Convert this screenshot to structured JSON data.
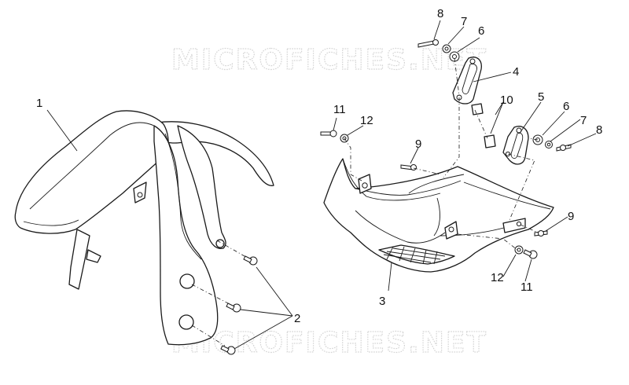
{
  "watermark": {
    "text": "MICROFICHES.NET"
  },
  "callouts": {
    "c1": "1",
    "c2": "2",
    "c3": "3",
    "c4": "4",
    "c5": "5",
    "c6a": "6",
    "c6b": "6",
    "c7a": "7",
    "c7b": "7",
    "c8a": "8",
    "c8b": "8",
    "c9a": "9",
    "c9b": "9",
    "c10": "10",
    "c11a": "11",
    "c11b": "11",
    "c12a": "12",
    "c12b": "12"
  },
  "parts": {
    "front_fender": "front-fender",
    "belly_pan": "belly-pan",
    "bracket_left": "mounting-bracket-left",
    "bracket_right": "mounting-bracket-right"
  }
}
